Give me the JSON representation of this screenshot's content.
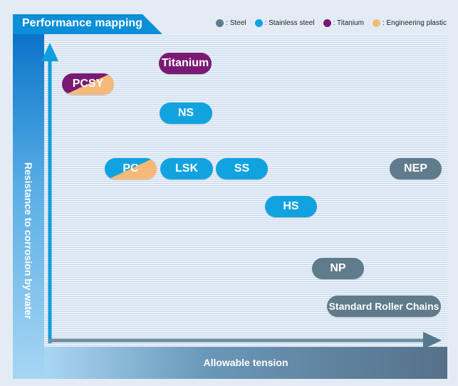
{
  "title": "Performance mapping",
  "legend": [
    {
      "label": ": Steel",
      "color": "#5f7b8c"
    },
    {
      "label": ": Stainless steel",
      "color": "#10a3e0"
    },
    {
      "label": ": Titanium",
      "color": "#7a1a74"
    },
    {
      "label": ": Engineering plastic",
      "color": "#f5b97a"
    }
  ],
  "axes": {
    "x_label": "Allowable tension",
    "y_label": "Resistance to corrosion by water"
  },
  "products": [
    {
      "label": "Titanium",
      "material": "Titanium"
    },
    {
      "label": "PCSY",
      "material": "Titanium / Engineering plastic"
    },
    {
      "label": "NS",
      "material": "Stainless steel"
    },
    {
      "label": "PC",
      "material": "Stainless steel / Engineering plastic"
    },
    {
      "label": "LSK",
      "material": "Stainless steel"
    },
    {
      "label": "SS",
      "material": "Stainless steel"
    },
    {
      "label": "NEP",
      "material": "Steel"
    },
    {
      "label": "HS",
      "material": "Stainless steel"
    },
    {
      "label": "NP",
      "material": "Steel"
    },
    {
      "label": "Standard Roller Chains",
      "material": "Steel"
    }
  ]
}
